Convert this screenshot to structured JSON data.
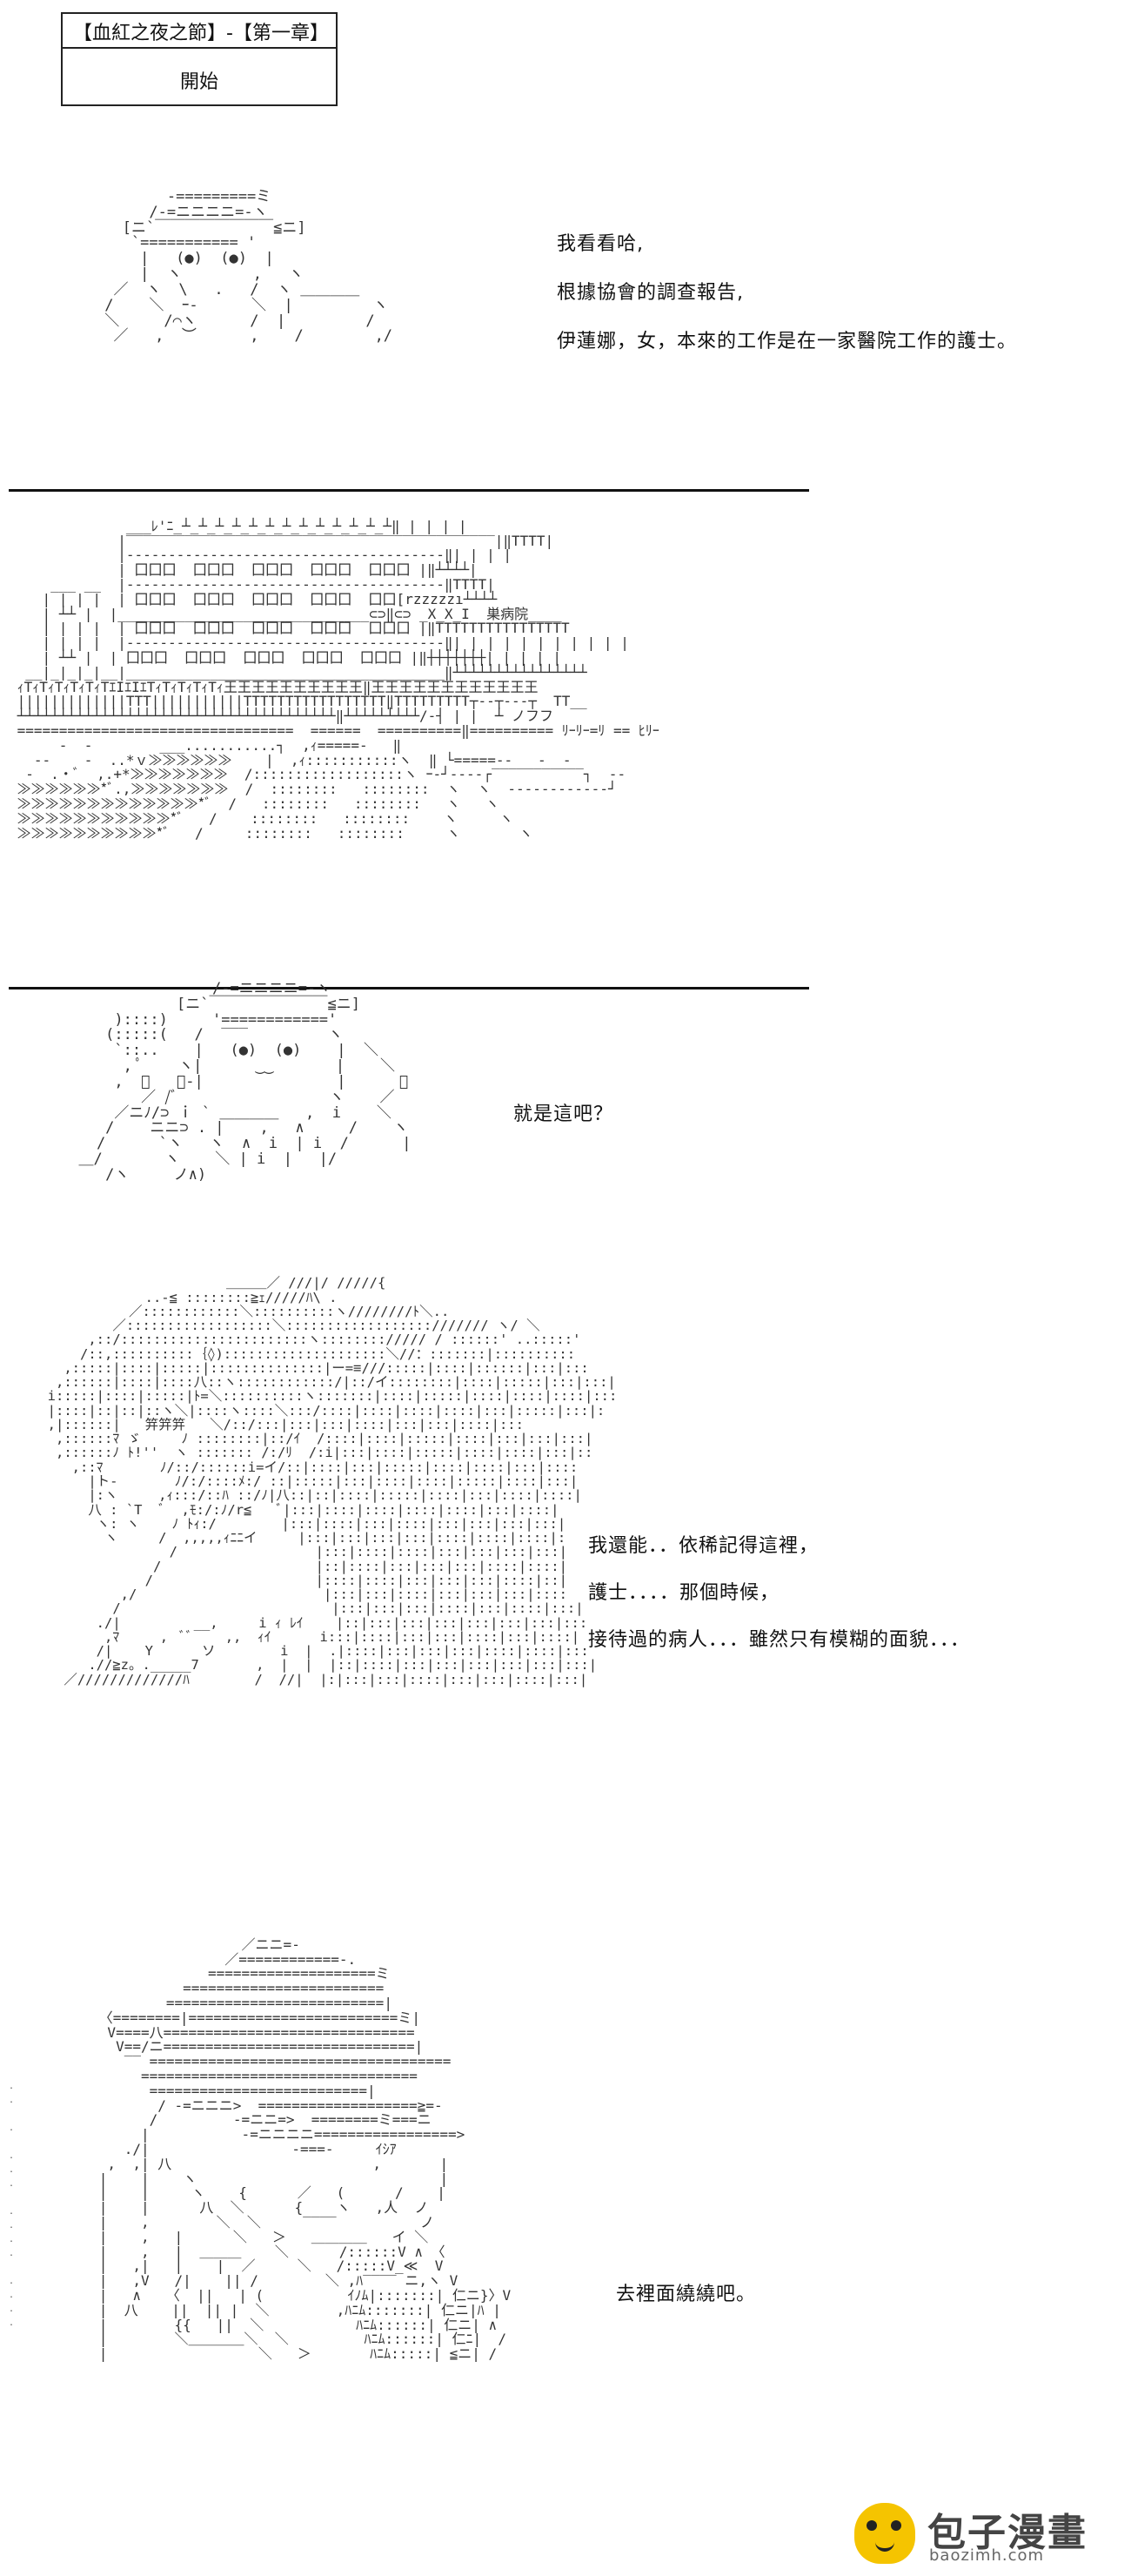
{
  "title_box": {
    "line1": "【血紅之夜之節】-【第一章】",
    "line2": "開始"
  },
  "scene1": {
    "lines": [
      "我看看哈,",
      "根據協會的調查報告,",
      "伊蓮娜，女，本來的工作是在一家醫院工作的護士。"
    ]
  },
  "scene2": {
    "sign": "巣病院"
  },
  "scene3": {
    "lines": [
      "就是這吧？"
    ]
  },
  "scene4": {
    "lines": [
      "我還能．．依稀記得這裡，",
      "護士．．．．那個時候，",
      "接待過的病人．．．雖然只有模糊的面貌．．．"
    ],
    "tag": "笄笄笄"
  },
  "scene5": {
    "lines": [
      "去裡面繞繞吧。"
    ],
    "sfx": "ｲｼｱ"
  },
  "watermark": {
    "name": "包子漫畫",
    "url": "baozimh.com"
  },
  "colors": {
    "text": "#111111",
    "badge": "#f5c400"
  }
}
